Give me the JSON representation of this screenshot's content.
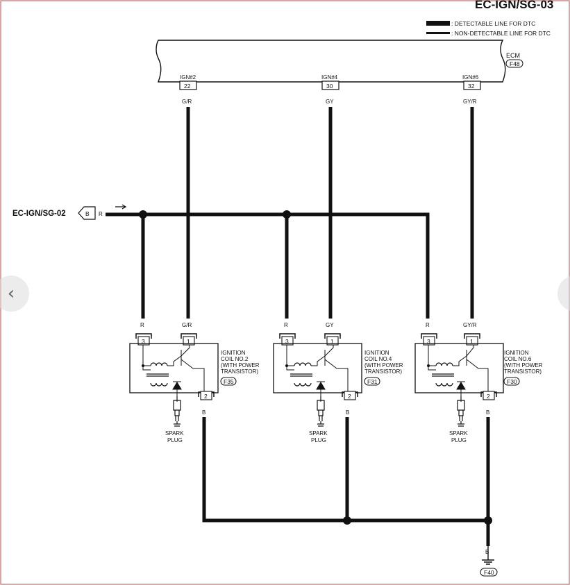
{
  "title": "EC-IGN/SG-03",
  "legend": {
    "detectable": ": DETECTABLE LINE FOR DTC",
    "non_detectable": ": NON-DETECTABLE LINE FOR DTC"
  },
  "ecm": {
    "name": "ECM",
    "connector": "F48",
    "pins": [
      {
        "signal": "IGN#2",
        "pin": "22",
        "wire": "G/R"
      },
      {
        "signal": "IGN#4",
        "pin": "30",
        "wire": "GY"
      },
      {
        "signal": "IGN#6",
        "pin": "32",
        "wire": "GY/R"
      }
    ]
  },
  "offpage": {
    "ref": "EC-IGN/SG-02",
    "arrow_letter": "B",
    "wire": "R"
  },
  "coils": [
    {
      "line1": "IGNITION",
      "line2": "COIL NO.2",
      "line3": "(WITH POWER",
      "line4": "TRANSISTOR)",
      "connector": "F35",
      "pin_power": "3",
      "pin_signal": "1",
      "pin_ground": "2",
      "power_wire": "R",
      "signal_wire": "G/R",
      "ground_wire": "B",
      "plug_line1": "SPARK",
      "plug_line2": "PLUG"
    },
    {
      "line1": "IGNITION",
      "line2": "COIL NO.4",
      "line3": "(WITH POWER",
      "line4": "TRANSISTOR)",
      "connector": "F31",
      "pin_power": "3",
      "pin_signal": "1",
      "pin_ground": "2",
      "power_wire": "R",
      "signal_wire": "GY",
      "ground_wire": "B",
      "plug_line1": "SPARK",
      "plug_line2": "PLUG"
    },
    {
      "line1": "IGNITION",
      "line2": "COIL NO.6",
      "line3": "(WITH POWER",
      "line4": "TRANSISTOR)",
      "connector": "F30",
      "pin_power": "3",
      "pin_signal": "1",
      "pin_ground": "2",
      "power_wire": "R",
      "signal_wire": "GY/R",
      "ground_wire": "B",
      "plug_line1": "SPARK",
      "plug_line2": "PLUG"
    }
  ],
  "ground": {
    "wire": "B",
    "connector": "F40"
  },
  "nav": {
    "prev": "‹",
    "next": "‹"
  }
}
